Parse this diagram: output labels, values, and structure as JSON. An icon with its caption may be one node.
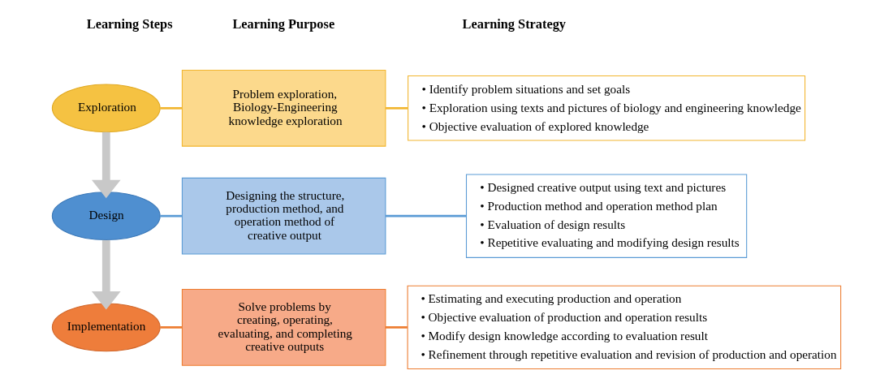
{
  "diagram": {
    "nodes": [
      {
        "text": [
          "Exploration"
        ]
      },
      {
        "text": [
          "Problem exploration, Biology-Engineering knowledge exploration"
        ]
      },
      {
        "text": [
          "• Identify problem situations and set goals",
          "• Exploration using texts and pictures of biology and engineering knowledge",
          "• Objective evaluation of explored knowledge"
        ]
      },
      {
        "text": [
          "Design"
        ]
      },
      {
        "text": [
          "Designing the structure, production method, and operation method of creative output"
        ]
      },
      {
        "text": [
          "• Designed creative output using text and pictures",
          "• Production method and operation method plan",
          "• Evaluation of design results",
          "• Repetitive evaluating and modifying design results"
        ]
      },
      {
        "text": [
          "Implementation"
        ]
      },
      {
        "text": [
          "Solve problems by creating, operating, evaluating, and completing creative outputs"
        ]
      },
      {
        "text": [
          "• Estimating and executing production and operation",
          "• Objective evaluation of production and operation results",
          "• Modify design knowledge according to evaluation result",
          "• Refinement through repetitive evaluation and revision of production and operation"
        ]
      }
    ],
    "edges": [
      {
        "from": 0,
        "to": 1,
        "arrow": "none",
        "color": "#f2b630"
      },
      {
        "from": 1,
        "to": 2,
        "arrow": "none",
        "color": "#f2b630"
      },
      {
        "from": 3,
        "to": 4,
        "arrow": "none",
        "color": "#5b9bd5"
      },
      {
        "from": 4,
        "to": 5,
        "arrow": "none",
        "color": "#5b9bd5"
      },
      {
        "from": 6,
        "to": 7,
        "arrow": "none",
        "color": "#ed7d31"
      },
      {
        "from": 7,
        "to": 8,
        "arrow": "none",
        "color": "#ed7d31"
      },
      {
        "from": 0,
        "to": 3,
        "arrow": "to",
        "style": "thick",
        "color": "#c8c8c8"
      },
      {
        "from": 3,
        "to": 6,
        "arrow": "to",
        "style": "thick",
        "color": "#c8c8c8"
      }
    ],
    "labels": [
      "Learning Steps",
      "Learning Purpose",
      "Learning Strategy"
    ]
  }
}
